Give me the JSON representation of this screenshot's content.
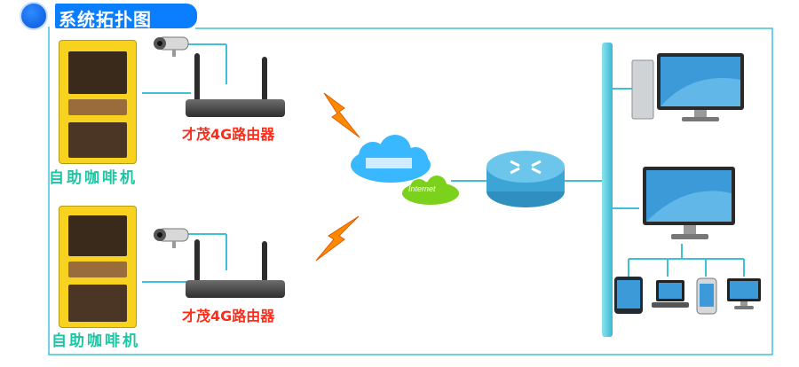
{
  "header": {
    "title": "系统拓扑图"
  },
  "nodes": {
    "machine_label_1": "自助咖啡机",
    "machine_label_2": "自助咖啡机",
    "router_label_1": "才茂4G路由器",
    "router_label_2": "才茂4G路由器",
    "cloud_internet_label": "Internet"
  },
  "colors": {
    "title_blue": "#0b7dff",
    "line_cyan": "#3ec1d6",
    "label_green": "#1dc6a2",
    "label_red": "#ff2a18",
    "bolt_orange": "#ff8a00"
  }
}
